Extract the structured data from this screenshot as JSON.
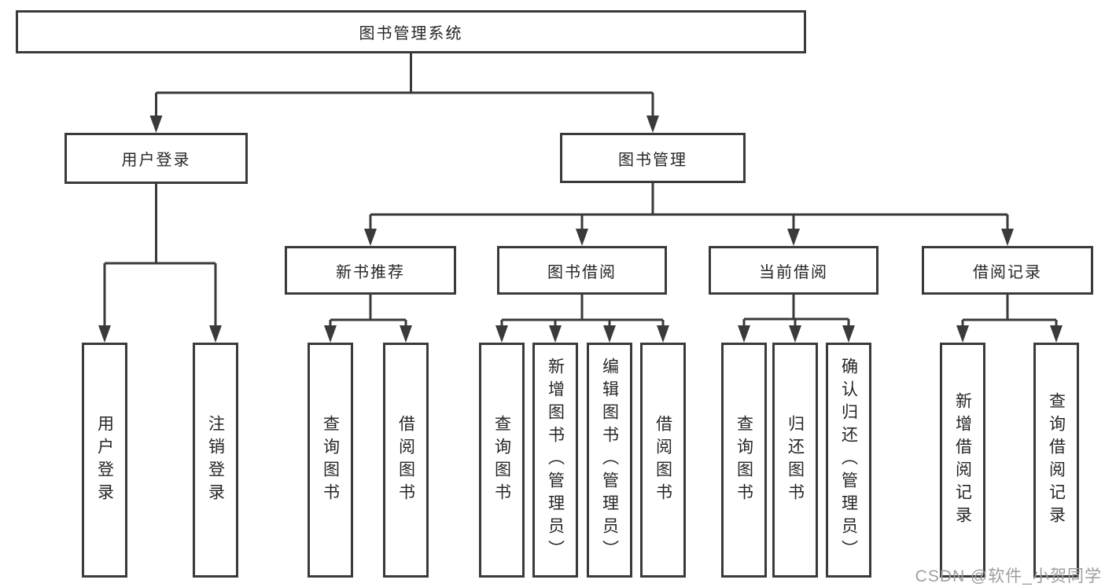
{
  "diagram": {
    "watermark": "CSDN @软件_小贺同学",
    "line_color": "#3a3a3a",
    "text_color": "#262626",
    "watermark_color": "#9e9e9e",
    "nodes": {
      "root": {
        "label": "图书管理系统"
      },
      "login": {
        "label": "用户登录"
      },
      "mgmt": {
        "label": "图书管理"
      },
      "recommend": {
        "label": "新书推荐"
      },
      "borrow": {
        "label": "图书借阅"
      },
      "current": {
        "label": "当前借阅"
      },
      "records": {
        "label": "借阅记录"
      },
      "login_op": {
        "label": "用户登录"
      },
      "logout": {
        "label": "注销登录"
      },
      "rec_query": {
        "label": "查询图书"
      },
      "rec_borrow": {
        "label": "借阅图书"
      },
      "bor_query": {
        "label": "查询图书"
      },
      "bor_add": {
        "label": "新增图书（管理员）"
      },
      "bor_edit": {
        "label": "编辑图书（管理员）"
      },
      "bor_borrow": {
        "label": "借阅图书"
      },
      "cur_query": {
        "label": "查询图书"
      },
      "cur_return": {
        "label": "归还图书"
      },
      "cur_confirm": {
        "label": "确认归还（管理员）"
      },
      "rech_add": {
        "label": "新增借阅记录"
      },
      "rech_query": {
        "label": "查询借阅记录"
      }
    }
  }
}
